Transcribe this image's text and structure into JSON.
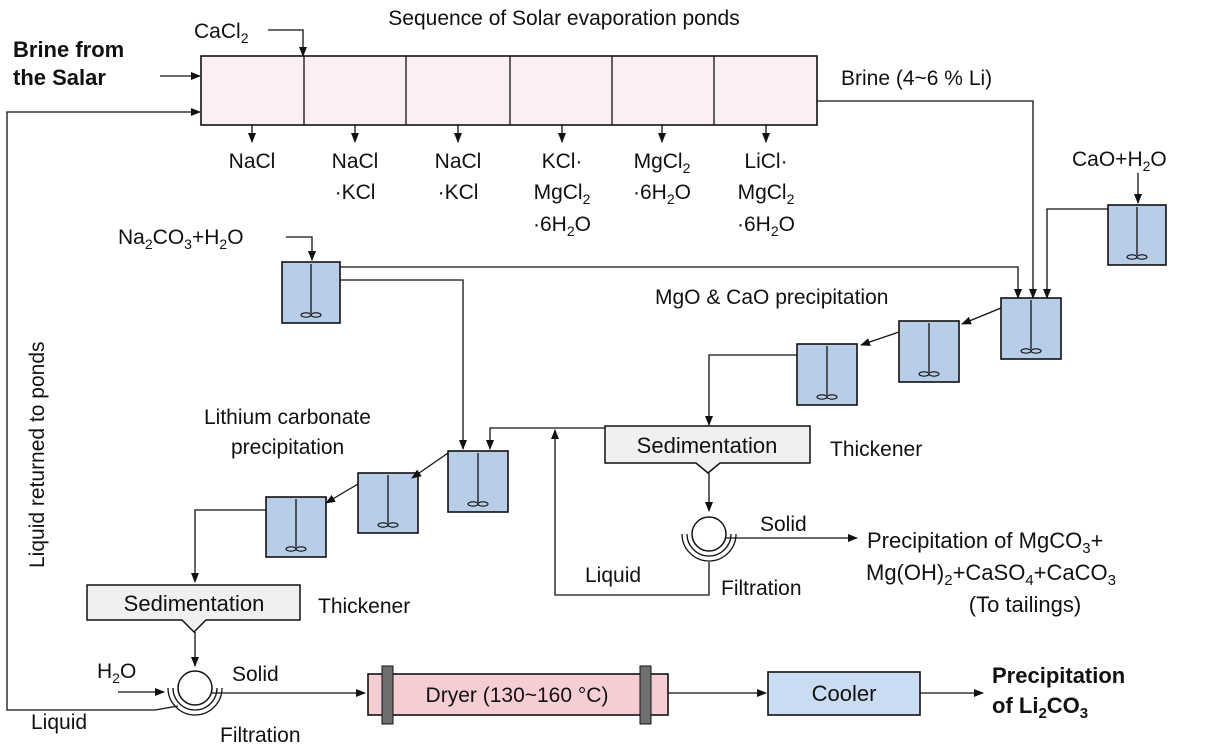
{
  "title": "Sequence of Solar evaporation ponds",
  "inputs": {
    "brine_from_salar_line1": "Brine from",
    "brine_from_salar_line2": "the Salar",
    "cacl2_base": "CaCl",
    "cacl2_sub": "2",
    "brine_li": "Brine (4~6 % Li)",
    "cao_h2o_a": "CaO+H",
    "cao_h2o_sub": "2",
    "cao_h2o_b": "O",
    "na2co3": {
      "a": "Na",
      "s1": "2",
      "b": "CO",
      "s2": "3",
      "c": "+H",
      "s3": "2",
      "d": "O"
    },
    "h2o": {
      "a": "H",
      "s": "2",
      "b": "O"
    }
  },
  "salts": [
    {
      "lines": [
        {
          "t": "NaCl"
        }
      ]
    },
    {
      "lines": [
        {
          "t": "NaCl"
        },
        {
          "t": "·KCl"
        }
      ]
    },
    {
      "lines": [
        {
          "t": "NaCl"
        },
        {
          "t": "·KCl"
        }
      ]
    },
    {
      "lines": [
        {
          "t": "KCl·"
        },
        {
          "t": "MgCl",
          "sub": "2"
        },
        {
          "t": "·6H",
          "sub": "2",
          "t2": "O"
        }
      ]
    },
    {
      "lines": [
        {
          "t": "MgCl",
          "sub": "2"
        },
        {
          "t": "·6H",
          "sub": "2",
          "t2": "O"
        }
      ]
    },
    {
      "lines": [
        {
          "t": "LiCl·"
        },
        {
          "t": "MgCl",
          "sub": "2"
        },
        {
          "t": "·6H",
          "sub": "2",
          "t2": "O"
        }
      ]
    }
  ],
  "labels": {
    "mgo_cao": "MgO & CaO precipitation",
    "li_carb_1": "Lithium carbonate",
    "li_carb_2": "precipitation",
    "sedimentation_1": "Sedimentation",
    "sedimentation_2": "Sedimentation",
    "thickener_1": "Thickener",
    "thickener_2": "Thickener",
    "solid_1": "Solid",
    "solid_2": "Solid",
    "liquid_1": "Liquid",
    "liquid_2": "Liquid",
    "filtration_1": "Filtration",
    "filtration_2": "Filtration",
    "liquid_returned": "Liquid returned to ponds",
    "dryer": "Dryer (130~160 °C)",
    "cooler": "Cooler",
    "product_1": "Precipitation",
    "product_2a": "of  Li",
    "product_2s": "2",
    "product_2b": "CO",
    "product_2s2": "3"
  },
  "tailings": {
    "l1a": "Precipitation of MgCO",
    "l1s": "3",
    "l1b": "+",
    "l2a": "Mg(OH)",
    "l2s1": "2",
    "l2b": "+CaSO",
    "l2s2": "4",
    "l2c": "+CaCO",
    "l2s3": "3",
    "l3": "(To tailings)"
  }
}
